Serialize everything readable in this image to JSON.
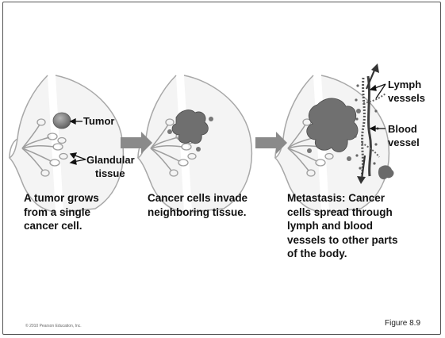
{
  "labels": {
    "tumor": "Tumor",
    "glandular_line1": "Glandular",
    "glandular_line2": "tissue",
    "lymph_line1": "Lymph",
    "lymph_line2": "vessels",
    "blood_line1": "Blood",
    "blood_line2": "vessel"
  },
  "captions": {
    "stage1": "A tumor grows\nfrom a single\ncancer cell.",
    "stage2": "Cancer cells invade\nneighboring tissue.",
    "stage3": "Metastasis: Cancer\ncells spread through\nlymph and blood\nvessels to other parts\nof the body."
  },
  "footer": {
    "copyright": "© 2010 Pearson Education, Inc.",
    "figure": "Figure 8.9"
  },
  "colors": {
    "arrow": "#8a8a8a",
    "tumor": "#6f6f6f",
    "tissue_outline": "#aaaaaa"
  }
}
